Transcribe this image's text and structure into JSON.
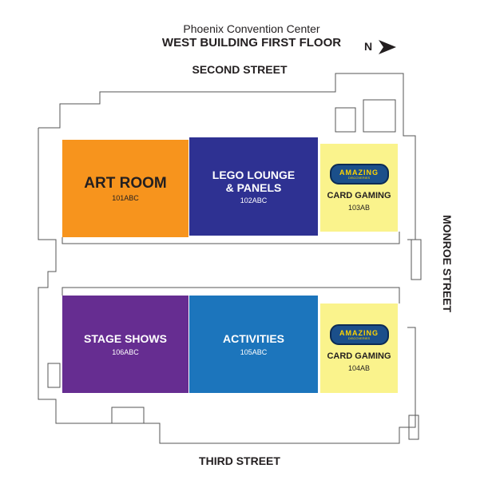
{
  "header": {
    "venue": "Phoenix Convention Center",
    "floor": "WEST BUILDING FIRST FLOOR"
  },
  "compass": {
    "label": "N"
  },
  "streets": {
    "top": "SECOND  STREET",
    "bottom": "THIRD STREET",
    "right": "MONROE STREET"
  },
  "rooms": [
    {
      "name": "ART ROOM",
      "number": "101ABC",
      "color": "#F7941D"
    },
    {
      "name": "LEGO LOUNGE & PANELS",
      "number": "102ABC",
      "color": "#2E3192"
    },
    {
      "name": "CARD GAMING",
      "number": "103AB",
      "color": "#FAF38C",
      "logo": "AMAZING",
      "logo_sub": "DISCOVERIES"
    },
    {
      "name": "STAGE SHOWS",
      "number": "106ABC",
      "color": "#662D91"
    },
    {
      "name": "ACTIVITIES",
      "number": "105ABC",
      "color": "#1C75BC"
    },
    {
      "name": "CARD GAMING",
      "number": "104AB",
      "color": "#FAF38C",
      "logo": "AMAZING",
      "logo_sub": "DISCOVERIES"
    }
  ]
}
